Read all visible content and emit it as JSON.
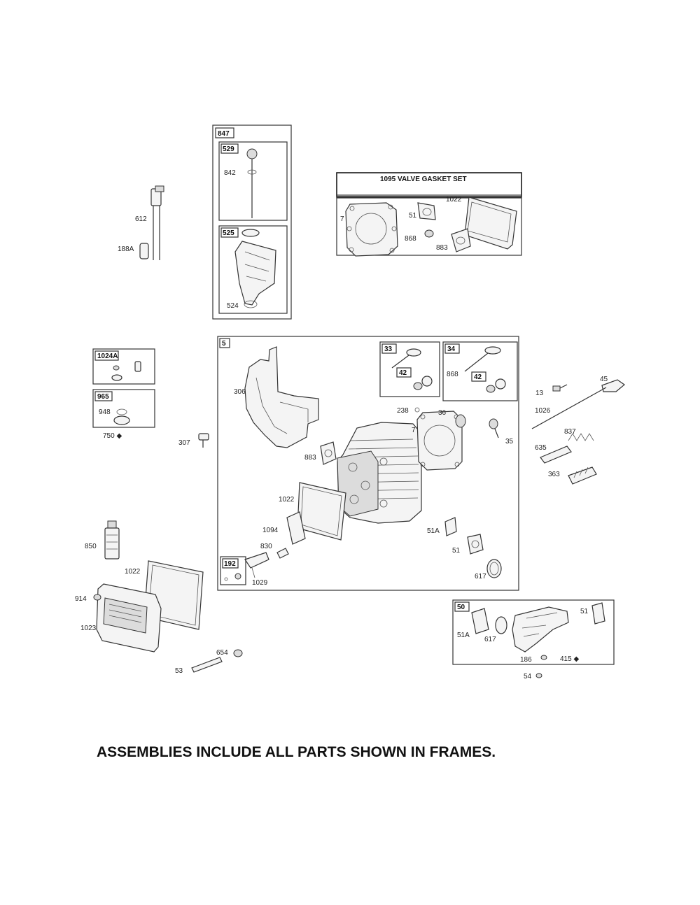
{
  "footer": "ASSEMBLIES INCLUDE ALL PARTS SHOWN IN FRAMES.",
  "frames": {
    "f847": "847",
    "f529": "529",
    "f525": "525",
    "f1095": "1095 VALVE GASKET SET",
    "f1024A": "1024A",
    "f965": "965",
    "f5": "5",
    "f33": "33",
    "f34": "34",
    "f42a": "42",
    "f42b": "42",
    "f192": "192",
    "f50": "50"
  },
  "labels": {
    "l842": "842",
    "l524": "524",
    "l612": "612",
    "l188A": "188A",
    "l7a": "7",
    "l51a": "51",
    "l1022a": "1022",
    "l868a": "868",
    "l883a": "883",
    "l750": "750 ◆",
    "l948": "948",
    "l307": "307",
    "l306": "306",
    "l868b": "868",
    "l238": "238",
    "l36": "36",
    "l7b": "7",
    "l35": "35",
    "l883b": "883",
    "l1022b": "1022",
    "l1094": "1094",
    "l830": "830",
    "l1029": "1029",
    "l51Ab": "51A",
    "l51b": "51",
    "l617b": "617",
    "l13": "13",
    "l45": "45",
    "l1026": "1026",
    "l837": "837",
    "l635": "635",
    "l363": "363",
    "l850": "850",
    "l1022c": "1022",
    "l914": "914",
    "l1023": "1023",
    "l654": "654",
    "l53": "53",
    "l51Ac": "51A",
    "l617c": "617",
    "l51c": "51",
    "l186": "186",
    "l415": "415 ◆",
    "l54": "54"
  }
}
